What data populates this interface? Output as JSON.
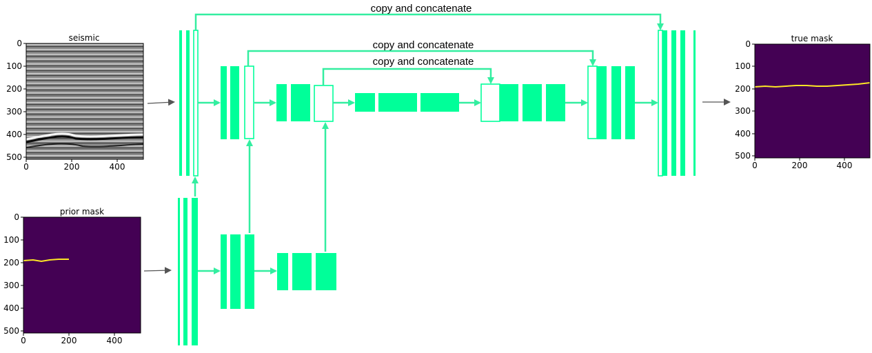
{
  "colors": {
    "block": "#00ff99",
    "connector": "#33eea0",
    "mask_bg": "#440154",
    "mask_line": "#fde725",
    "input_arrow": "#555555"
  },
  "skip_connections": [
    {
      "label": "copy and concatenate"
    },
    {
      "label": "copy and concatenate"
    },
    {
      "label": "copy and concatenate"
    }
  ],
  "panels": {
    "seismic": {
      "title": "seismic",
      "yticks": [
        "0",
        "100",
        "200",
        "300",
        "400",
        "500"
      ],
      "xticks": [
        "0",
        "200",
        "400"
      ]
    },
    "prior_mask": {
      "title": "prior mask",
      "yticks": [
        "0",
        "100",
        "200",
        "300",
        "400",
        "500"
      ],
      "xticks": [
        "0",
        "200",
        "400"
      ]
    },
    "true_mask": {
      "title": "true mask",
      "yticks": [
        "0",
        "100",
        "200",
        "300",
        "400",
        "500"
      ],
      "xticks": [
        "0",
        "200",
        "400"
      ]
    }
  }
}
